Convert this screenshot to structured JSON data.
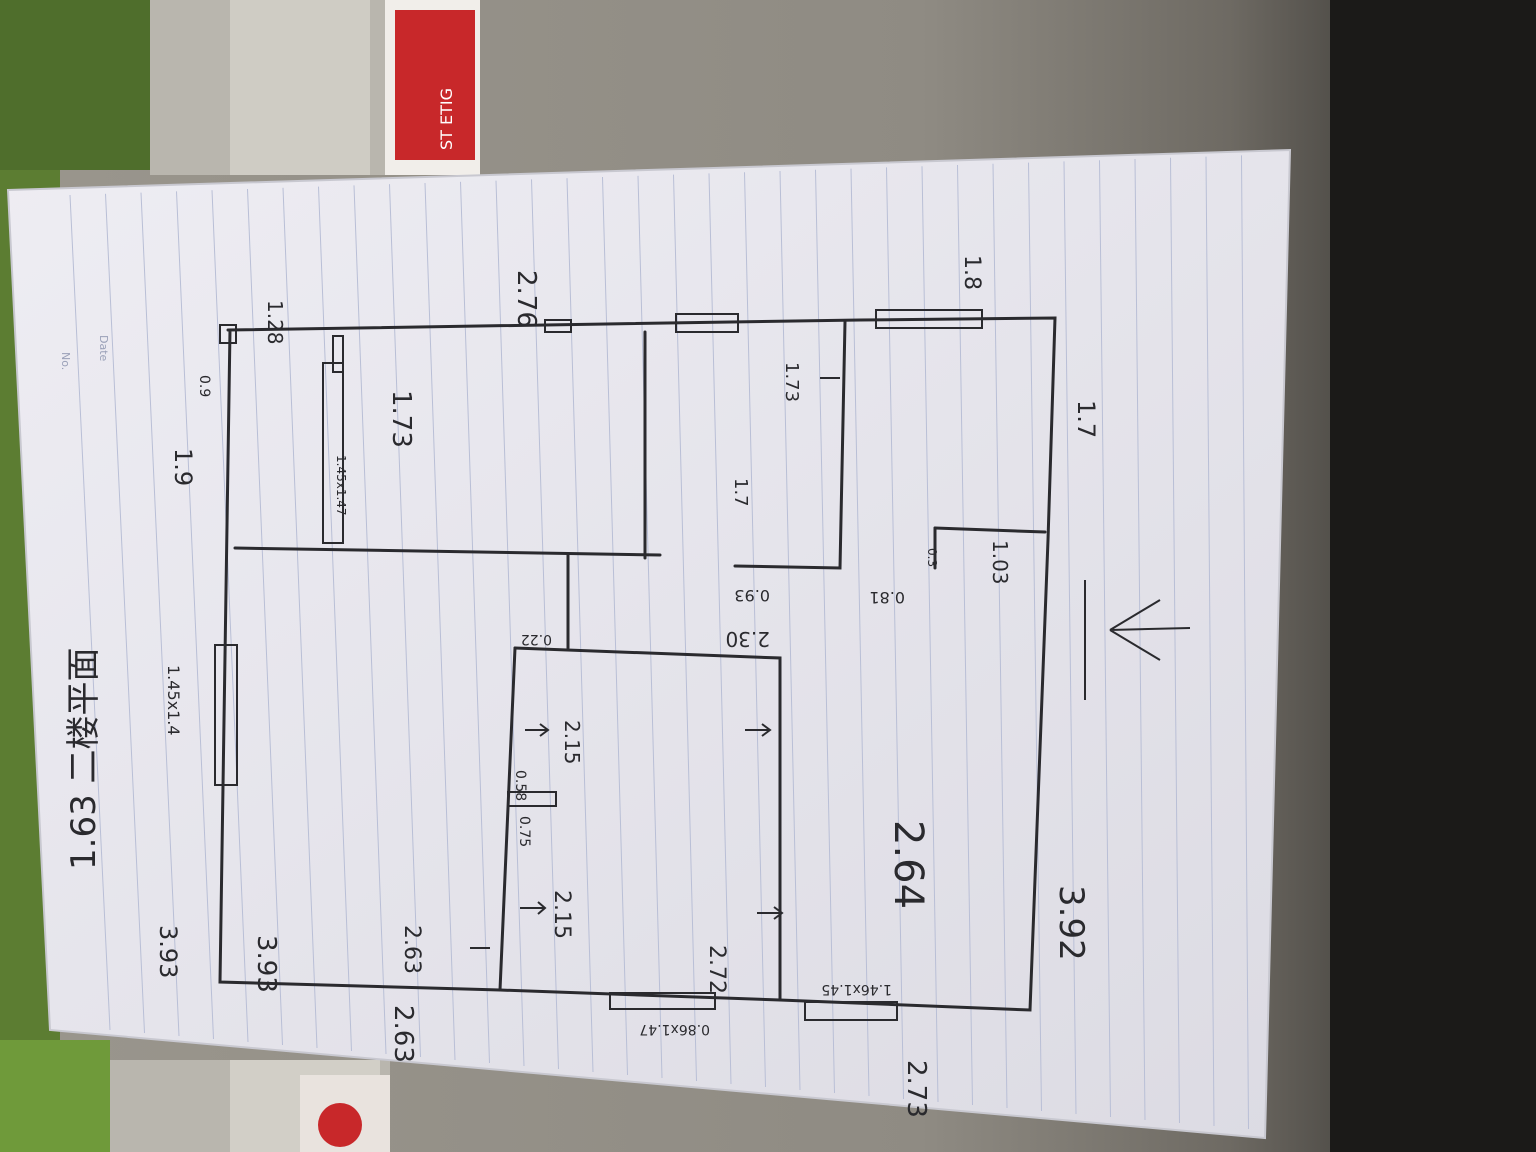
{
  "photo": {
    "subject": "hand-drawn floor plan sketch on lined notebook paper, photographed sideways on a concrete ledge",
    "colors": {
      "concrete": "#8f8b83",
      "concrete_dark": "#55524d",
      "shadow": "#1f1e1c",
      "paper": "#e9e8ef",
      "rule_line": "#b9bfd6",
      "ink": "#2a2a2e",
      "foliage": "#5c7d32",
      "sign_red": "#c8282a"
    }
  },
  "notebook": {
    "header_no": "No.",
    "header_date": "Date"
  },
  "sign": {
    "text": "ST ETIG"
  },
  "sketch": {
    "title": "1.63 二楼平面",
    "dims": {
      "top_1_28": "1.28",
      "top_2_76": "2.76",
      "top_1_8": "1.8",
      "left_1_9": "1.9",
      "left_0_9": "0.9",
      "left_3_93a": "3.93",
      "left_3_93b": "3.93",
      "left_2_63a": "2.63",
      "left_2_63b": "2.63",
      "room_1_73": "1.73",
      "room_1_73_small": "1.73",
      "room_1_7_inner": "1.7",
      "right_1_7": "1.7",
      "right_1_03": "1.03",
      "right_3_92": "3.92",
      "bottom_2_73": "2.73",
      "mid_0_93": "0.93",
      "mid_0_81": "0.81",
      "mid_0_3": "0.3",
      "mid_2_30": "2.30",
      "mid_0_22": "0.22",
      "mid_2_72": "2.72",
      "stair_2_15a": "2.15",
      "stair_2_15b": "2.15",
      "stair_0_58": "0.58",
      "stair_0_75": "0.75",
      "big_2_64": "2.64",
      "win_1_45x1_47": "1.45x1.47",
      "win_1_45x1_4": "1.45x1.4",
      "win_0_86x1_47": "0.86x1.47",
      "win_1_46x1_45": "1.46x1.45"
    }
  }
}
